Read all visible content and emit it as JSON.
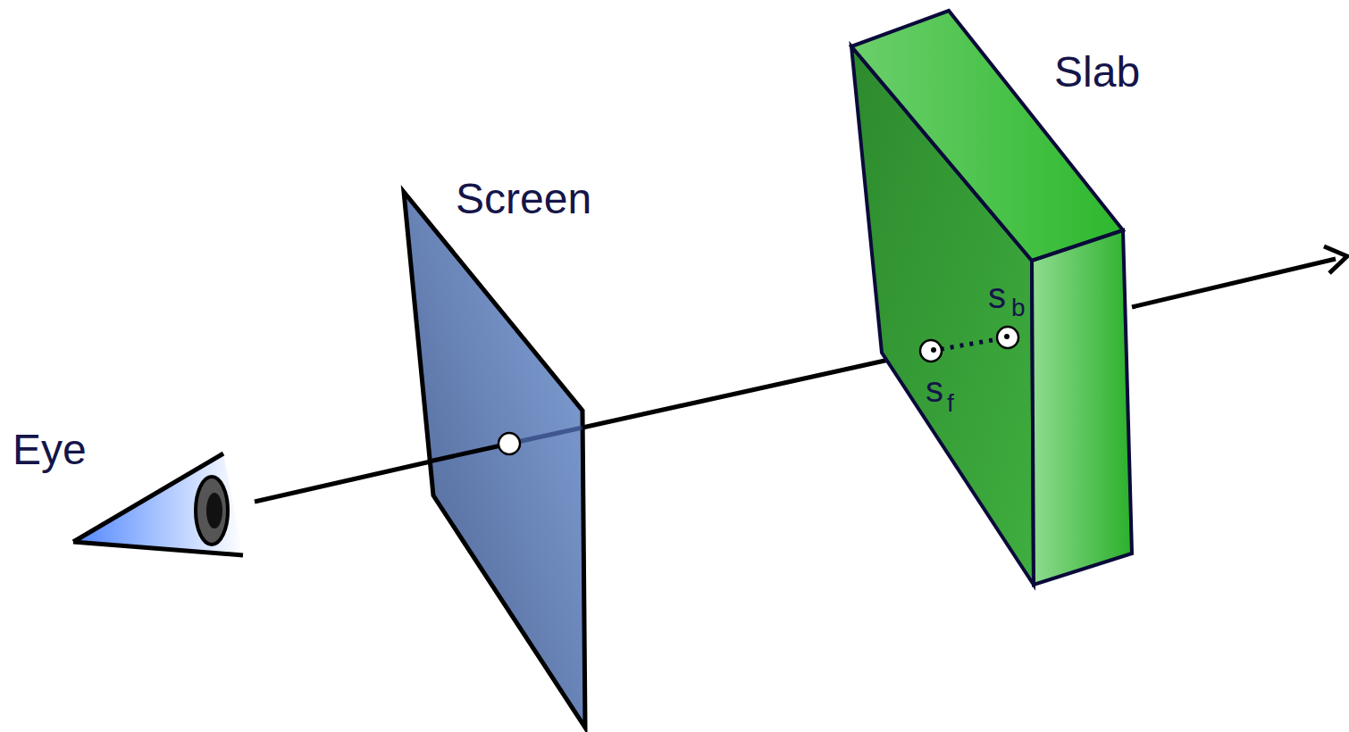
{
  "diagram": {
    "labels": [
      "Eye",
      "Screen",
      "Slab",
      "s",
      "b",
      "s",
      "f"
    ]
  }
}
